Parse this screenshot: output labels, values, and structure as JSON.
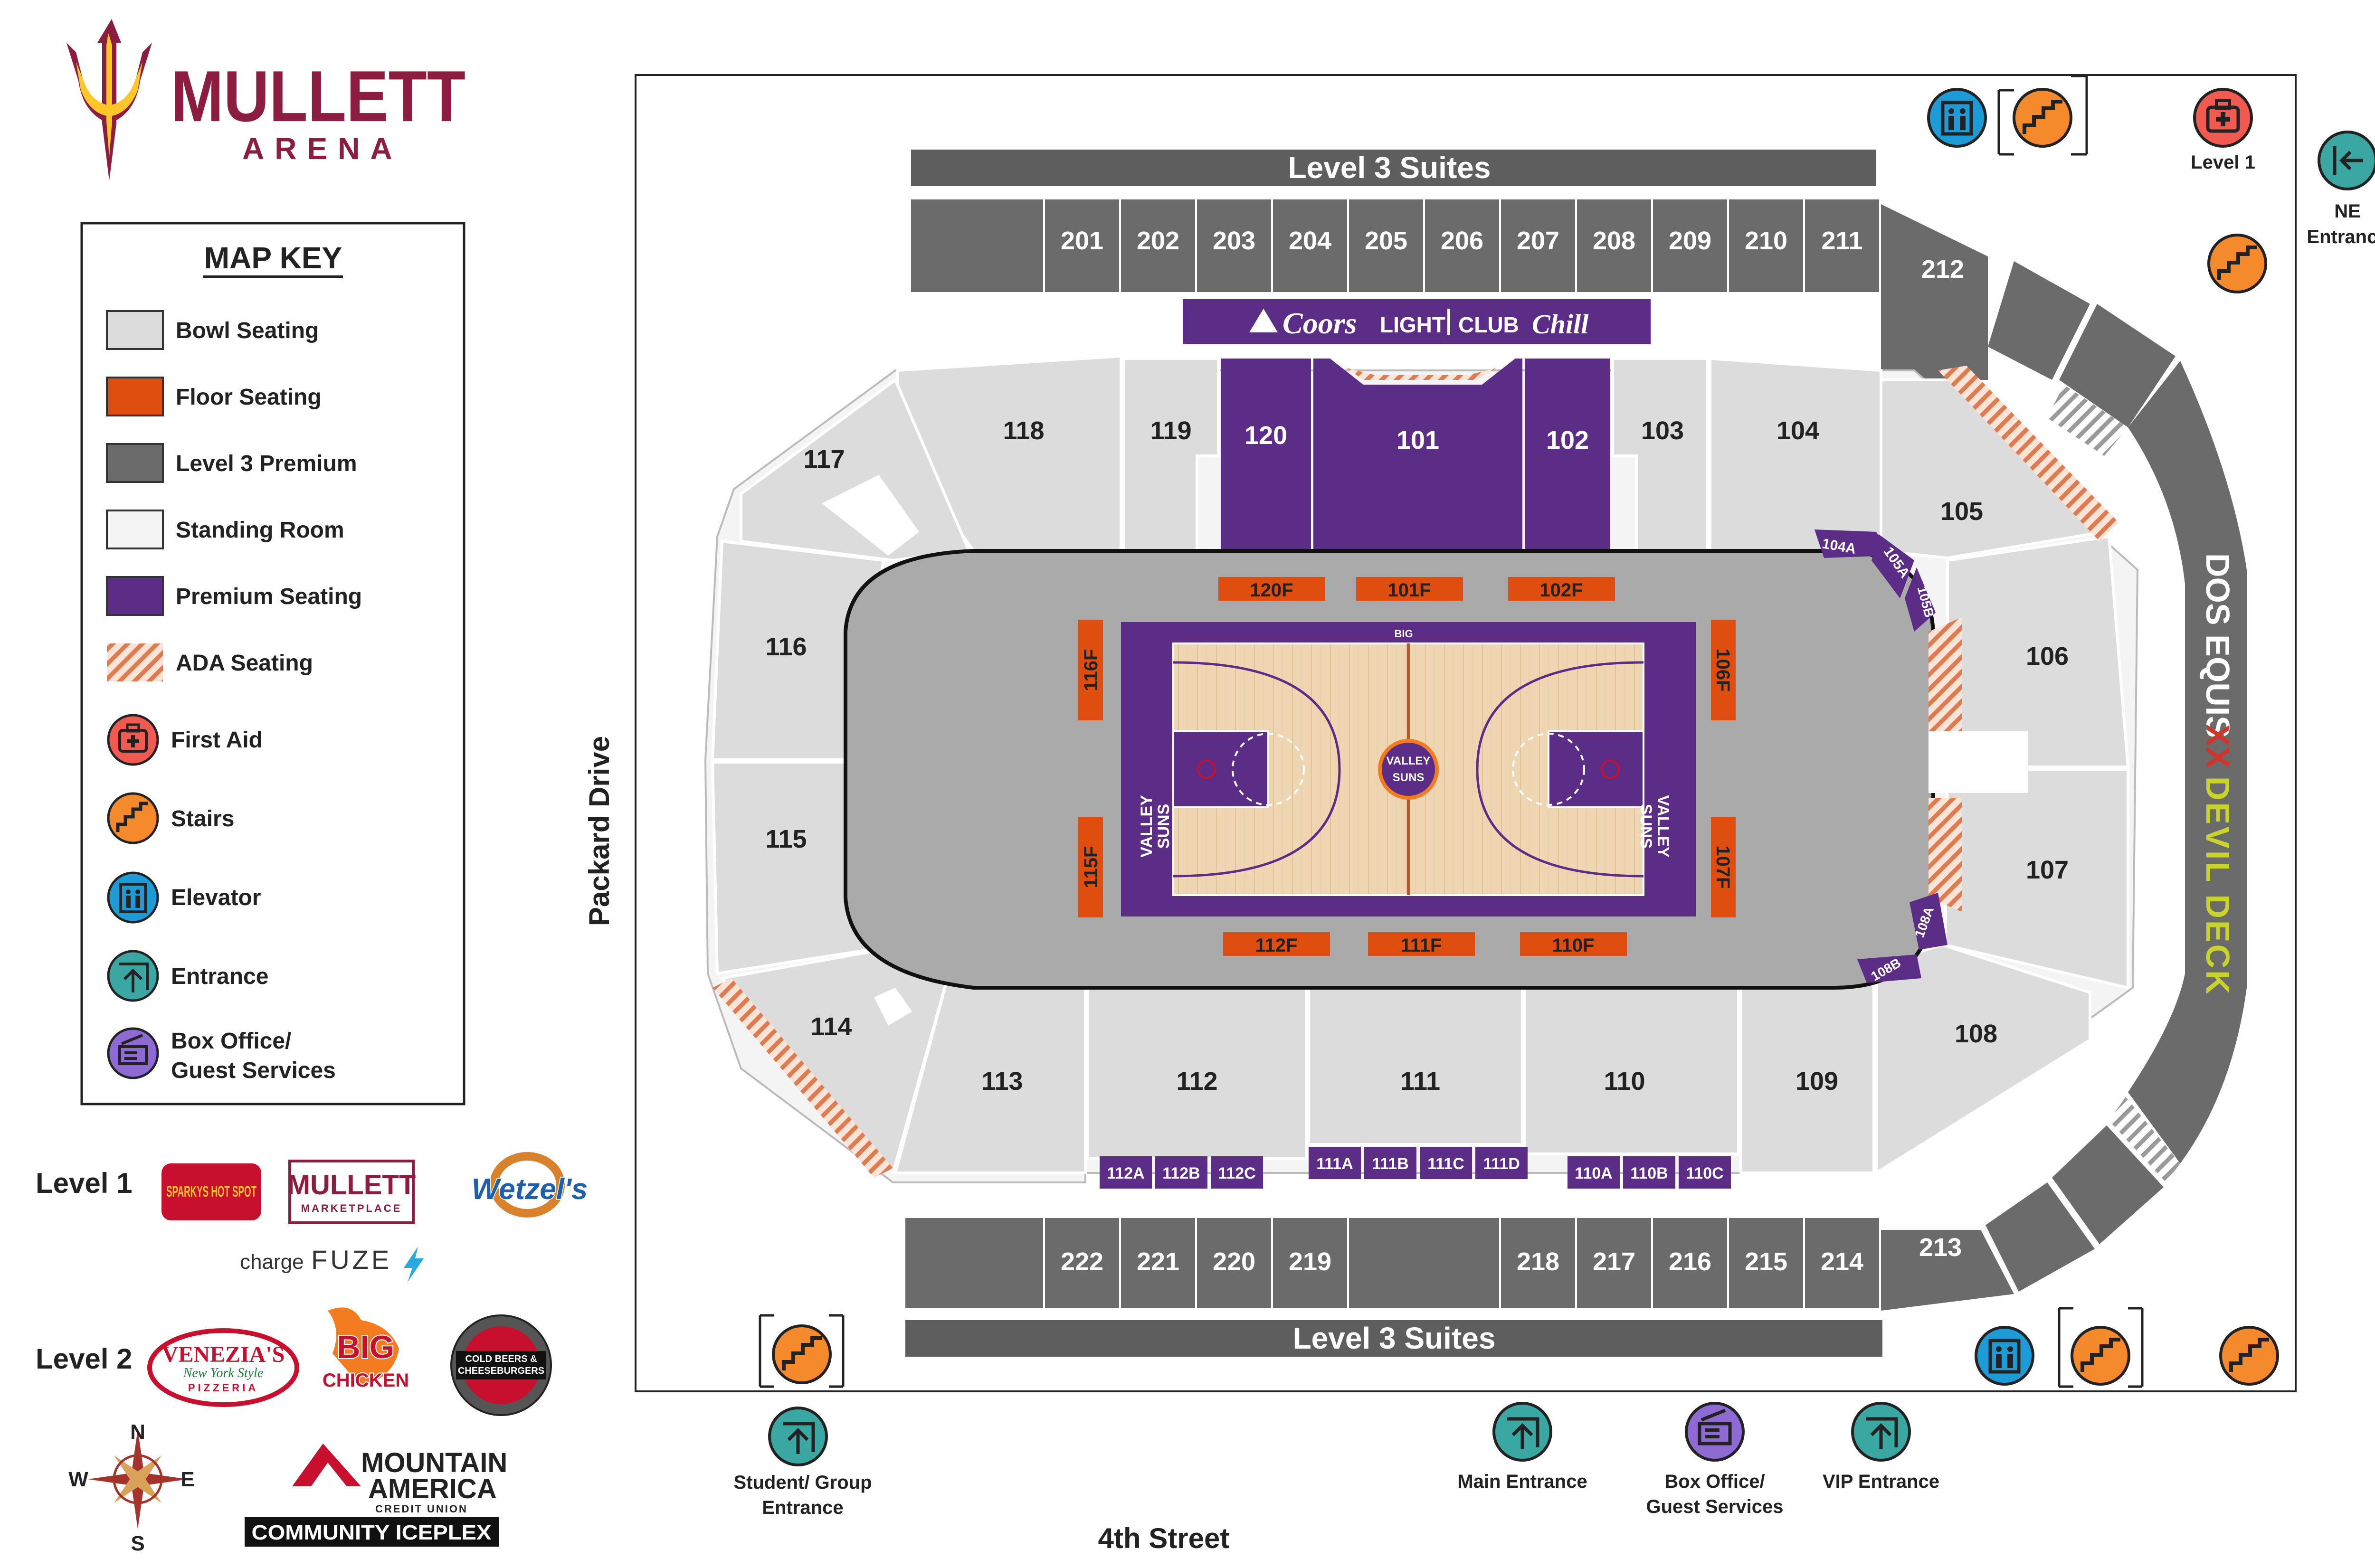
{
  "brand": {
    "name": "MULLETT",
    "subtitle": "ARENA",
    "primary_color": "#8c1d40",
    "accent_color": "#ffc627"
  },
  "map_key": {
    "title": "MAP KEY",
    "items": [
      {
        "label": "Bowl Seating",
        "color": "#dcdcdc"
      },
      {
        "label": "Floor Seating",
        "color": "#e04e0f"
      },
      {
        "label": "Level 3 Premium",
        "color": "#6b6b6b"
      },
      {
        "label": "Standing Room",
        "color": "#f4f4f4"
      },
      {
        "label": "Premium Seating",
        "color": "#5b2d86"
      },
      {
        "label": "ADA Seating",
        "color": "#e8a080"
      },
      {
        "label": "First Aid",
        "icon": "first-aid-icon",
        "color": "#f15a50"
      },
      {
        "label": "Stairs",
        "icon": "stairs-icon",
        "color": "#f58a2c"
      },
      {
        "label": "Elevator",
        "icon": "elevator-icon",
        "color": "#1d9bd7"
      },
      {
        "label": "Entrance",
        "icon": "entrance-icon",
        "color": "#3aa7a3"
      },
      {
        "label": "Box Office/",
        "label2": "Guest Services",
        "icon": "box-office-icon",
        "color": "#8e6bd3"
      }
    ]
  },
  "concessions": {
    "level1_label": "Level 1",
    "level1": [
      "SPARKYS HOT SPOT",
      "MULLETT",
      "MARKETPLACE",
      "Wetzel's"
    ],
    "charge_prefix": "charge",
    "charge_brand": "FUZE",
    "level2_label": "Level 2",
    "level2": [
      "VENEZIA'S",
      "New York Style",
      "PIZZERIA",
      "BIG",
      "CHICKEN",
      "COLD BEERS &",
      "CHEESEBURGERS"
    ]
  },
  "compass": {
    "n": "N",
    "s": "S",
    "e": "E",
    "w": "W"
  },
  "sponsor": {
    "line1": "MOUNTAIN",
    "line2": "AMERICA",
    "line3": "CREDIT UNION",
    "banner": "COMMUNITY ICEPLEX"
  },
  "streets": {
    "west": "Packard Drive",
    "south": "4th Street"
  },
  "level3_suites": {
    "top": "Level 3 Suites",
    "bottom": "Level 3 Suites"
  },
  "club": {
    "brand": "Coors",
    "light": "LIGHT",
    "club": "CLUB",
    "chill": "Chill"
  },
  "deck": {
    "part1": "DOS EQUIS",
    "part2": "XX",
    "part3": "DEVIL DECK"
  },
  "court": {
    "team_line1": "VALLEY",
    "team_line2": "SUNS",
    "league": "BIG"
  },
  "sections": {
    "top_premium": [
      "201",
      "202",
      "203",
      "204",
      "205",
      "206",
      "207",
      "208",
      "209",
      "210",
      "211"
    ],
    "bottom_premium": [
      "222",
      "221",
      "220",
      "219",
      "218",
      "217",
      "216",
      "215",
      "214"
    ],
    "corner_premium": [
      "212",
      "213"
    ],
    "bowl": [
      "103",
      "104",
      "105",
      "106",
      "107",
      "108",
      "109",
      "110",
      "111",
      "112",
      "113",
      "114",
      "115",
      "116",
      "117",
      "118",
      "119"
    ],
    "premium": [
      "120",
      "101",
      "102"
    ],
    "premium_boxes": [
      "104A",
      "105A",
      "105B",
      "108A",
      "108B",
      "112A",
      "112B",
      "112C",
      "111A",
      "111B",
      "111C",
      "111D",
      "110A",
      "110B",
      "110C"
    ],
    "floor": [
      "120F",
      "101F",
      "102F",
      "106F",
      "107F",
      "110F",
      "111F",
      "112F",
      "115F",
      "116F"
    ]
  },
  "entrances": {
    "ne_line1": "NE",
    "ne_line2": "Entrance",
    "first_aid_label": "Level 1",
    "student_line1": "Student/ Group",
    "student_line2": "Entrance",
    "main": "Main Entrance",
    "box_office_line1": "Box Office/",
    "box_office_line2": "Guest Services",
    "vip": "VIP Entrance"
  }
}
